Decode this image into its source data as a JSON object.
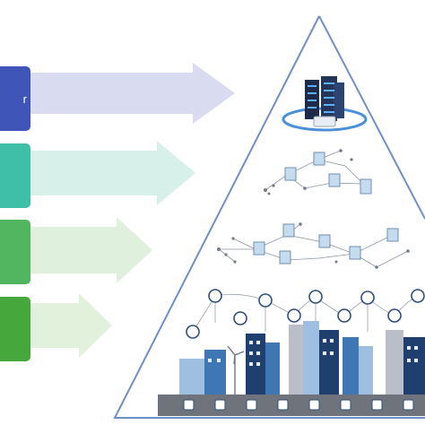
{
  "layers": [
    {
      "id": "cloud",
      "label_fragment": "r",
      "box_color": "#3f55b8",
      "arrow_color": "#d9dcf1"
    },
    {
      "id": "fog",
      "label_fragment": "",
      "box_color": "#3fbfa7",
      "arrow_color": "#d7f1ea"
    },
    {
      "id": "edge",
      "label_fragment": "",
      "box_color": "#52b55f",
      "arrow_color": "#dff0dd"
    },
    {
      "id": "devices",
      "label_fragment": "",
      "box_color": "#46a83c",
      "arrow_color": "#e1f1dc"
    }
  ],
  "pyramid": {
    "stroke_color": "#6f8fc7"
  },
  "city": {
    "colors": {
      "dark": "#1f3f6e",
      "mid": "#3e77b4",
      "light": "#9fbfe0",
      "gray": "#b9bec8"
    }
  },
  "icons": [
    "server-rack-icon",
    "fog-node-icon",
    "edge-node-icon",
    "iot-device-icon",
    "wind-turbine-icon"
  ]
}
